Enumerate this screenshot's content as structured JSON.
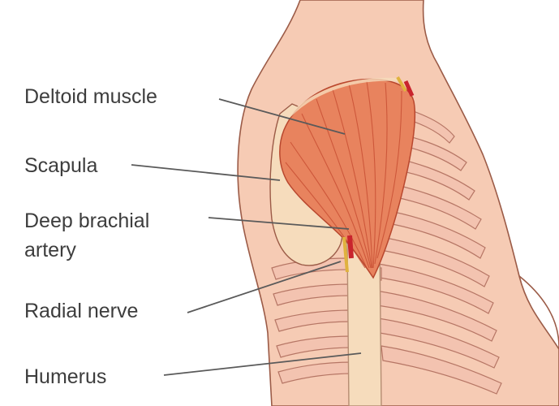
{
  "labels": {
    "deltoid": "Deltoid muscle",
    "scapula": "Scapula",
    "artery_line1": "Deep brachial",
    "artery_line2": "artery",
    "nerve": "Radial nerve",
    "humerus": "Humerus"
  },
  "colors": {
    "skin": "#f6cbb4",
    "skin_outline": "#9b5b47",
    "rib": "#f3c3b0",
    "rib_outline": "#b67665",
    "bone": "#f6dcbc",
    "muscle": "#e8835e",
    "muscle_fiber": "#c5492e",
    "artery": "#c9242d",
    "nerve": "#e0b23e",
    "leader_line": "#5a5a5a",
    "text": "#3d3d3d"
  }
}
